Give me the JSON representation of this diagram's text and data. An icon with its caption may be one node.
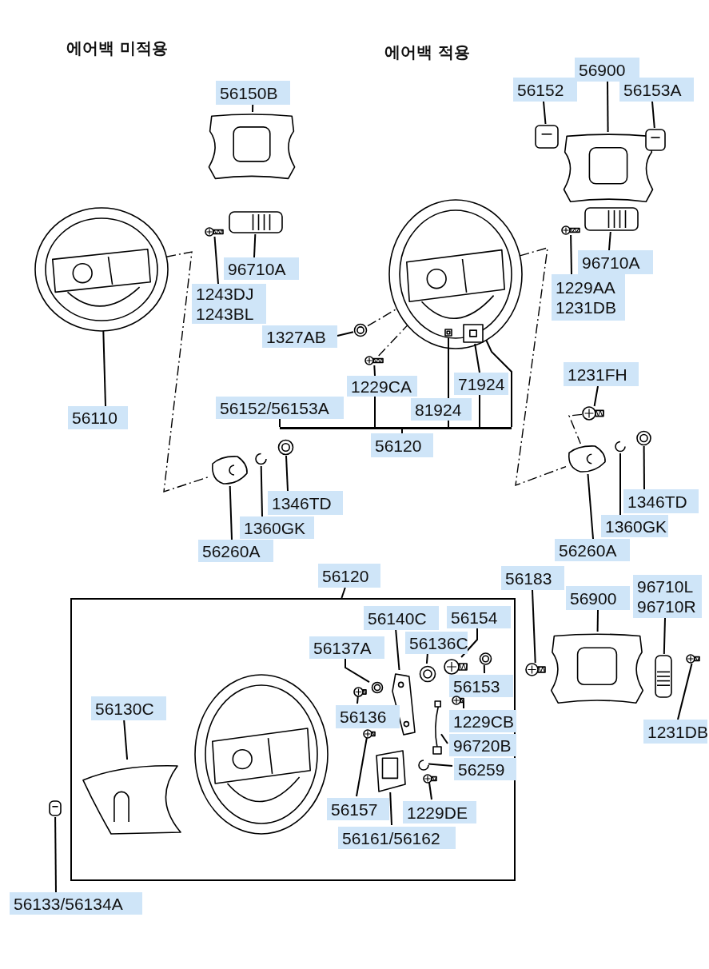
{
  "diagram": {
    "nodes": [
      {
        "text": [
          "56150B"
        ]
      },
      {
        "text": [],
        "shape": "picture"
      },
      {
        "text": [],
        "shape": "picture"
      },
      {
        "text": [],
        "shape": "picture"
      },
      {
        "text": [
          "96710A"
        ]
      },
      {
        "text": [
          "1243DJ",
          "1243BL"
        ]
      },
      {
        "text": [],
        "shape": "picture"
      },
      {
        "text": [
          "56110"
        ]
      },
      {
        "text": [
          "56152"
        ]
      },
      {
        "text": [
          "56900"
        ]
      },
      {
        "text": [
          "56153A"
        ]
      },
      {
        "text": [],
        "shape": "picture"
      },
      {
        "text": [],
        "shape": "picture"
      },
      {
        "text": [],
        "shape": "picture"
      },
      {
        "text": [],
        "shape": "picture"
      },
      {
        "text": [],
        "shape": "picture"
      },
      {
        "text": [
          "96710A"
        ]
      },
      {
        "text": [
          "1229AA",
          "1231DB"
        ]
      },
      {
        "text": [],
        "shape": "picture"
      },
      {
        "text": [],
        "shape": "picture"
      },
      {
        "text": [
          "1327AB"
        ]
      },
      {
        "text": [],
        "shape": "picture"
      },
      {
        "text": [],
        "shape": "picture",
        "in": 18
      },
      {
        "text": [],
        "shape": "picture",
        "in": 18
      },
      {
        "text": [
          "1229CA"
        ]
      },
      {
        "text": [
          "71924"
        ]
      },
      {
        "text": [
          "81924"
        ]
      },
      {
        "text": [
          "56152/56153A"
        ]
      },
      {
        "text": [
          "56120"
        ]
      },
      {
        "text": [
          "1231FH"
        ]
      },
      {
        "text": [],
        "shape": "picture"
      },
      {
        "text": [],
        "shape": "picture"
      },
      {
        "text": [],
        "shape": "picture"
      },
      {
        "text": [],
        "shape": "picture"
      },
      {
        "text": [
          "1346TD"
        ]
      },
      {
        "text": [
          "1360GK"
        ]
      },
      {
        "text": [
          "56260A"
        ]
      },
      {
        "text": [],
        "shape": "picture"
      },
      {
        "text": [],
        "shape": "picture"
      },
      {
        "text": [],
        "shape": "picture"
      },
      {
        "text": [
          "1346TD"
        ]
      },
      {
        "text": [
          "1360GK"
        ]
      },
      {
        "text": [
          "56260A"
        ]
      },
      {
        "text": [
          "56120"
        ]
      },
      {
        "text": [
          "56183"
        ]
      },
      {
        "text": [
          "56900"
        ]
      },
      {
        "text": [
          "96710L",
          "96710R"
        ]
      },
      {
        "text": [],
        "shape": "box"
      },
      {
        "text": [
          "56140C"
        ],
        "in": 47
      },
      {
        "text": [
          "56154"
        ],
        "in": 47
      },
      {
        "text": [
          "56136C"
        ],
        "in": 47
      },
      {
        "text": [
          "56137A"
        ],
        "in": 47
      },
      {
        "text": [],
        "shape": "picture",
        "in": 47
      },
      {
        "text": [],
        "shape": "picture",
        "in": 47
      },
      {
        "text": [],
        "shape": "picture",
        "in": 47
      },
      {
        "text": [],
        "shape": "picture",
        "in": 47
      },
      {
        "text": [],
        "shape": "picture",
        "in": 47
      },
      {
        "text": [],
        "shape": "picture",
        "in": 47
      },
      {
        "text": [
          "56153"
        ],
        "in": 47
      },
      {
        "text": [
          "56130C"
        ],
        "in": 47
      },
      {
        "text": [],
        "shape": "picture",
        "in": 47
      },
      {
        "text": [],
        "shape": "picture",
        "in": 47
      },
      {
        "text": [
          "56136"
        ],
        "in": 47
      },
      {
        "text": [],
        "shape": "picture",
        "in": 47
      },
      {
        "text": [
          "1229CB"
        ],
        "in": 47
      },
      {
        "text": [],
        "shape": "picture",
        "in": 47
      },
      {
        "text": [
          "96720B"
        ],
        "in": 47
      },
      {
        "text": [],
        "shape": "picture",
        "in": 47
      },
      {
        "text": [
          "56259"
        ],
        "in": 47
      },
      {
        "text": [],
        "shape": "picture",
        "in": 47
      },
      {
        "text": [],
        "shape": "picture",
        "in": 47
      },
      {
        "text": [],
        "shape": "picture",
        "in": 47
      },
      {
        "text": [
          "56157"
        ],
        "in": 47
      },
      {
        "text": [
          "1229DE"
        ],
        "in": 47
      },
      {
        "text": [
          "56161/56162"
        ],
        "in": 47
      },
      {
        "text": [],
        "shape": "picture"
      },
      {
        "text": [
          "56133/56134A"
        ]
      },
      {
        "text": [],
        "shape": "picture"
      },
      {
        "text": [],
        "shape": "picture"
      },
      {
        "text": [],
        "shape": "picture"
      },
      {
        "text": [],
        "shape": "picture"
      },
      {
        "text": [
          "1231DB"
        ]
      },
      {
        "text": [],
        "shape": "bar"
      }
    ],
    "edges": [
      {
        "from": 0,
        "to": 1,
        "arrow": "none"
      },
      {
        "from": 4,
        "to": 2,
        "arrow": "none"
      },
      {
        "from": 5,
        "to": 3,
        "arrow": "none"
      },
      {
        "from": 7,
        "to": 6,
        "arrow": "none"
      },
      {
        "from": 8,
        "to": 11,
        "arrow": "none"
      },
      {
        "from": 9,
        "to": 12,
        "arrow": "none"
      },
      {
        "from": 10,
        "to": 13,
        "arrow": "none"
      },
      {
        "from": 16,
        "to": 14,
        "arrow": "none"
      },
      {
        "from": 17,
        "to": 15,
        "arrow": "none"
      },
      {
        "from": 20,
        "to": 19,
        "arrow": "none"
      },
      {
        "from": 24,
        "to": 21,
        "arrow": "none"
      },
      {
        "from": 26,
        "to": 22,
        "arrow": "none"
      },
      {
        "from": 25,
        "to": 23,
        "arrow": "none"
      },
      {
        "from": 28,
        "to": 82,
        "arrow": "none"
      },
      {
        "from": 29,
        "to": 30,
        "arrow": "none"
      },
      {
        "from": 34,
        "to": 33,
        "arrow": "none"
      },
      {
        "from": 35,
        "to": 32,
        "arrow": "none"
      },
      {
        "from": 36,
        "to": 31,
        "arrow": "none"
      },
      {
        "from": 40,
        "to": 39,
        "arrow": "none"
      },
      {
        "from": 41,
        "to": 38,
        "arrow": "none"
      },
      {
        "from": 42,
        "to": 37,
        "arrow": "none"
      },
      {
        "from": 43,
        "to": 47,
        "arrow": "none"
      },
      {
        "from": 44,
        "to": 77,
        "arrow": "none"
      },
      {
        "from": 45,
        "to": 78,
        "arrow": "none"
      },
      {
        "from": 46,
        "to": 79,
        "arrow": "none"
      },
      {
        "from": 81,
        "to": 80,
        "arrow": "none"
      },
      {
        "from": 48,
        "to": 52,
        "arrow": "none"
      },
      {
        "from": 49,
        "to": 54,
        "arrow": "none"
      },
      {
        "from": 50,
        "to": 53,
        "arrow": "none"
      },
      {
        "from": 51,
        "to": 56,
        "arrow": "none"
      },
      {
        "from": 62,
        "to": 57,
        "arrow": "none"
      },
      {
        "from": 58,
        "to": 55,
        "arrow": "none"
      },
      {
        "from": 64,
        "to": 63,
        "arrow": "none"
      },
      {
        "from": 66,
        "to": 65,
        "arrow": "none"
      },
      {
        "from": 68,
        "to": 67,
        "arrow": "none"
      },
      {
        "from": 59,
        "to": 60,
        "arrow": "none"
      },
      {
        "from": 72,
        "to": 69,
        "arrow": "none"
      },
      {
        "from": 73,
        "to": 71,
        "arrow": "none"
      },
      {
        "from": 74,
        "to": 70,
        "arrow": "none"
      },
      {
        "from": 76,
        "to": 75,
        "arrow": "none"
      },
      {
        "from": 6,
        "to": 31,
        "arrow": "none",
        "style": "dashed"
      },
      {
        "from": 18,
        "to": 37,
        "arrow": "none",
        "style": "dashed"
      },
      {
        "from": 19,
        "to": 18,
        "arrow": "none",
        "style": "dashed"
      },
      {
        "from": 21,
        "to": 18,
        "arrow": "none",
        "style": "dashed"
      },
      {
        "from": 30,
        "to": 37,
        "arrow": "none",
        "style": "dashed"
      },
      {
        "from": 27,
        "to": 82,
        "arrow": "none"
      },
      {
        "from": 24,
        "to": 82,
        "arrow": "none"
      },
      {
        "from": 26,
        "to": 82,
        "arrow": "none"
      },
      {
        "from": 25,
        "to": 82,
        "arrow": "none"
      },
      {
        "from": 82,
        "to": 18,
        "arrow": "none"
      }
    ],
    "labels": [
      "에어백 미적용",
      "에어백 적용"
    ]
  }
}
